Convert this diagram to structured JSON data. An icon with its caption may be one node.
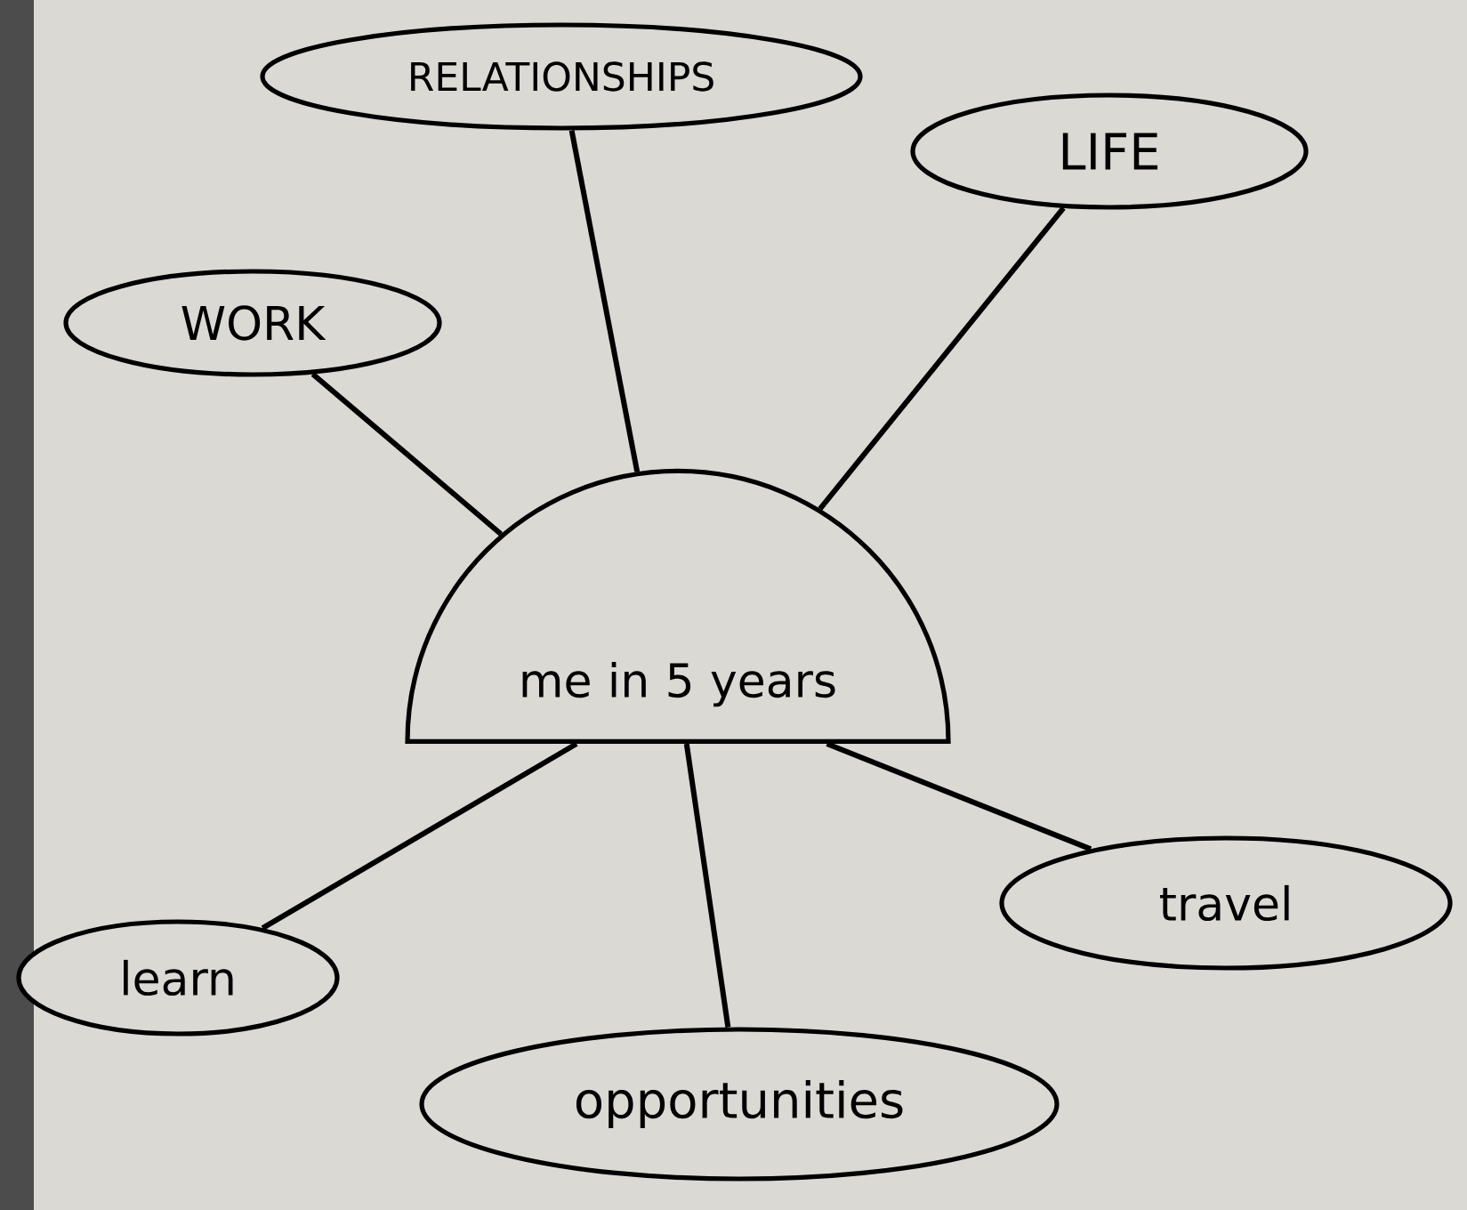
{
  "diagram": {
    "nodes": [
      {
        "text": [
          "me in 5 years"
        ]
      },
      {
        "text": [
          "RELATIONSHIPS"
        ]
      },
      {
        "text": [
          "LIFE"
        ]
      },
      {
        "text": [
          "WORK"
        ]
      },
      {
        "text": [
          "travel"
        ]
      },
      {
        "text": [
          "learn"
        ]
      },
      {
        "text": [
          "opportunities"
        ]
      }
    ],
    "edges": [
      {
        "from": 0,
        "to": 1,
        "arrow": "none"
      },
      {
        "from": 0,
        "to": 2,
        "arrow": "none"
      },
      {
        "from": 0,
        "to": 3,
        "arrow": "none"
      },
      {
        "from": 0,
        "to": 4,
        "arrow": "none"
      },
      {
        "from": 0,
        "to": 5,
        "arrow": "none"
      },
      {
        "from": 0,
        "to": 6,
        "arrow": "none"
      }
    ]
  }
}
